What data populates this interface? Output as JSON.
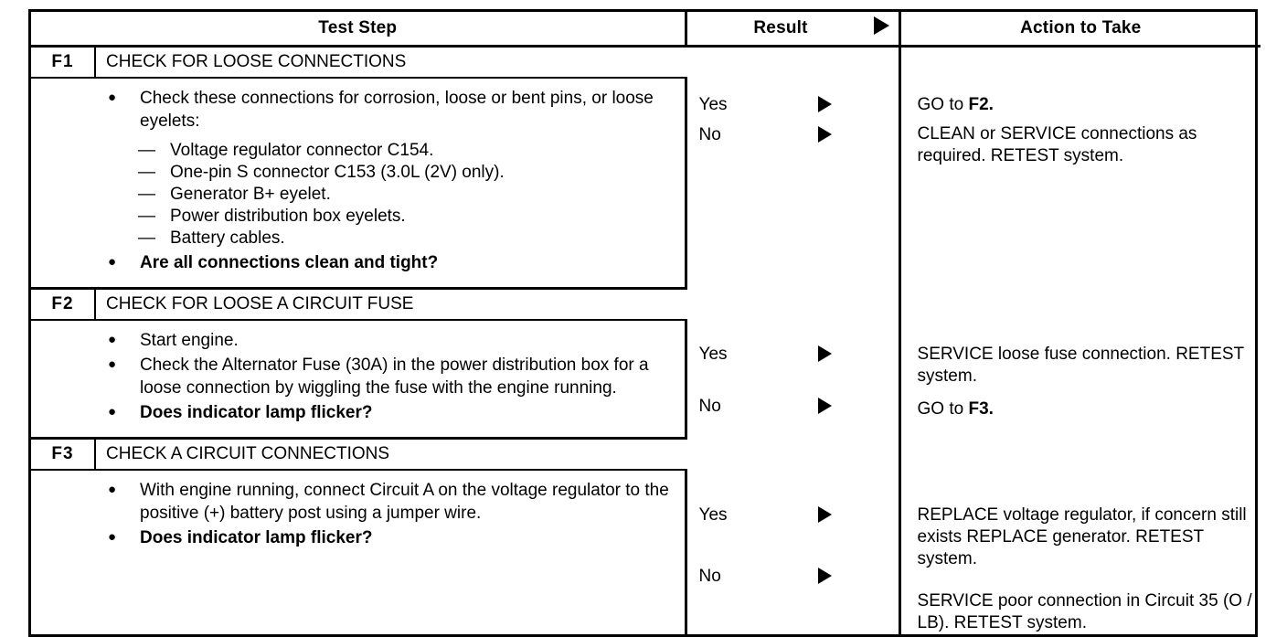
{
  "table": {
    "headers": {
      "step": "Test Step",
      "result": "Result",
      "action": "Action to Take",
      "result_arrow_icon": "right-triangle-icon"
    },
    "steps": [
      {
        "code": "F1",
        "title": "CHECK FOR LOOSE CONNECTIONS",
        "bullets": [
          {
            "text": "Check these connections for corrosion, loose or bent pins, or loose eyelets:",
            "bold": false
          }
        ],
        "dashes": [
          "Voltage regulator connector C154.",
          "One-pin S connector C153 (3.0L (2V) only).",
          "Generator B+ eyelet.",
          "Power distribution box eyelets.",
          "Battery cables."
        ],
        "question": {
          "text": "Are all connections clean and tight?",
          "bold": true
        },
        "results": [
          {
            "label": "Yes",
            "arrow_icon": "right-triangle-icon",
            "action_prefix": "GO to ",
            "action_bold": "F2.",
            "action_suffix": ""
          },
          {
            "label": "No",
            "arrow_icon": "right-triangle-icon",
            "action_prefix": "CLEAN or SERVICE connections as required. RETEST system.",
            "action_bold": "",
            "action_suffix": ""
          }
        ]
      },
      {
        "code": "F2",
        "title": "CHECK FOR LOOSE A CIRCUIT FUSE",
        "bullets": [
          {
            "text": "Start engine.",
            "bold": false
          },
          {
            "text": "Check the Alternator Fuse (30A) in the power distribution box for a loose connection by wiggling the fuse with the engine running.",
            "bold": false
          }
        ],
        "dashes": [],
        "question": {
          "text": "Does indicator lamp flicker?",
          "bold": true
        },
        "results": [
          {
            "label": "Yes",
            "arrow_icon": "right-triangle-icon",
            "action_prefix": "SERVICE loose fuse connection. RETEST system.",
            "action_bold": "",
            "action_suffix": ""
          },
          {
            "label": "No",
            "arrow_icon": "right-triangle-icon",
            "action_prefix": "GO to ",
            "action_bold": "F3.",
            "action_suffix": ""
          }
        ]
      },
      {
        "code": "F3",
        "title": "CHECK A CIRCUIT CONNECTIONS",
        "bullets": [
          {
            "text": "With engine running, connect Circuit A on the voltage regulator to the positive (+) battery post using a jumper wire.",
            "bold": false
          }
        ],
        "dashes": [],
        "question": {
          "text": "Does indicator lamp flicker?",
          "bold": true
        },
        "results": [
          {
            "label": "Yes",
            "arrow_icon": "right-triangle-icon",
            "action_prefix": "REPLACE voltage regulator, if concern still exists REPLACE generator. RETEST system.",
            "action_bold": "",
            "action_suffix": ""
          },
          {
            "label": "No",
            "arrow_icon": "right-triangle-icon",
            "action_prefix": "SERVICE poor connection in Circuit 35 (O / LB). RETEST system.",
            "action_bold": "",
            "action_suffix": ""
          }
        ]
      }
    ]
  },
  "colors": {
    "ink": "#000000",
    "paper": "#ffffff"
  }
}
